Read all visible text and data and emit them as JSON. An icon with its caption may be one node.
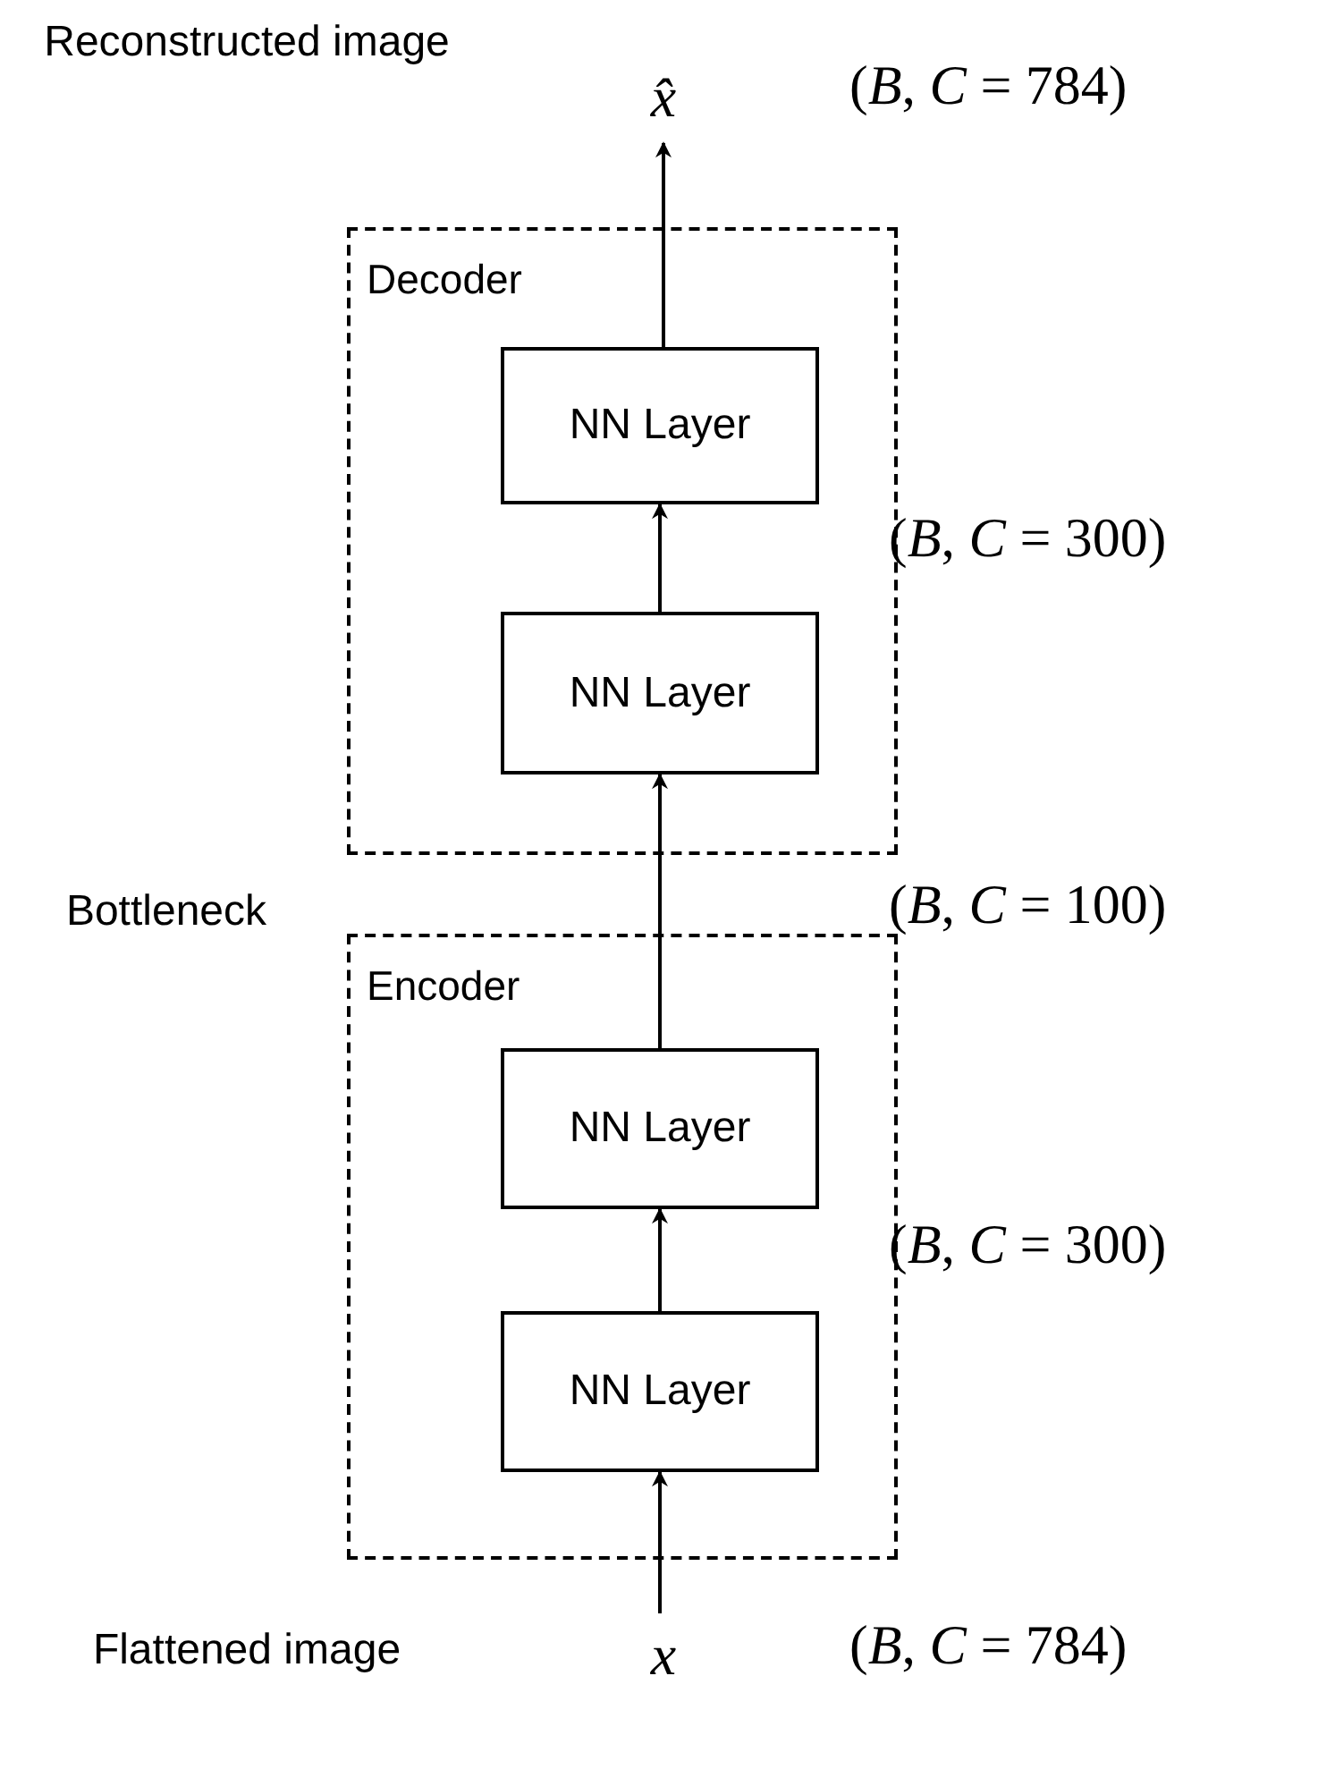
{
  "diagram": {
    "nodes": [
      {
        "text": [
          "Decoder"
        ]
      },
      {
        "text": [
          "NN Layer"
        ],
        "in": 0
      },
      {
        "text": [
          "NN Layer"
        ],
        "in": 0
      },
      {
        "text": [
          "Encoder"
        ]
      },
      {
        "text": [
          "NN Layer"
        ],
        "in": 3
      },
      {
        "text": [
          "NN Layer"
        ],
        "in": 3
      },
      {
        "text": [
          "x̂"
        ]
      },
      {
        "text": [
          "x"
        ]
      }
    ],
    "edges": [
      {
        "from": 7,
        "to": 5,
        "arrow": "to"
      },
      {
        "from": 5,
        "to": 4,
        "arrow": "to"
      },
      {
        "from": 4,
        "to": 2,
        "arrow": "to"
      },
      {
        "from": 2,
        "to": 1,
        "arrow": "to"
      },
      {
        "from": 1,
        "to": 6,
        "arrow": "to"
      }
    ],
    "labels": [
      "Reconstructed image",
      "(*B*, *C* = 784)",
      "(*B*, *C* = 300)",
      "Bottleneck",
      "(*B*, *C* = 100)",
      "(*B*, *C* = 300)",
      "Flattened image",
      "(*B*, *C* = 784)"
    ]
  }
}
